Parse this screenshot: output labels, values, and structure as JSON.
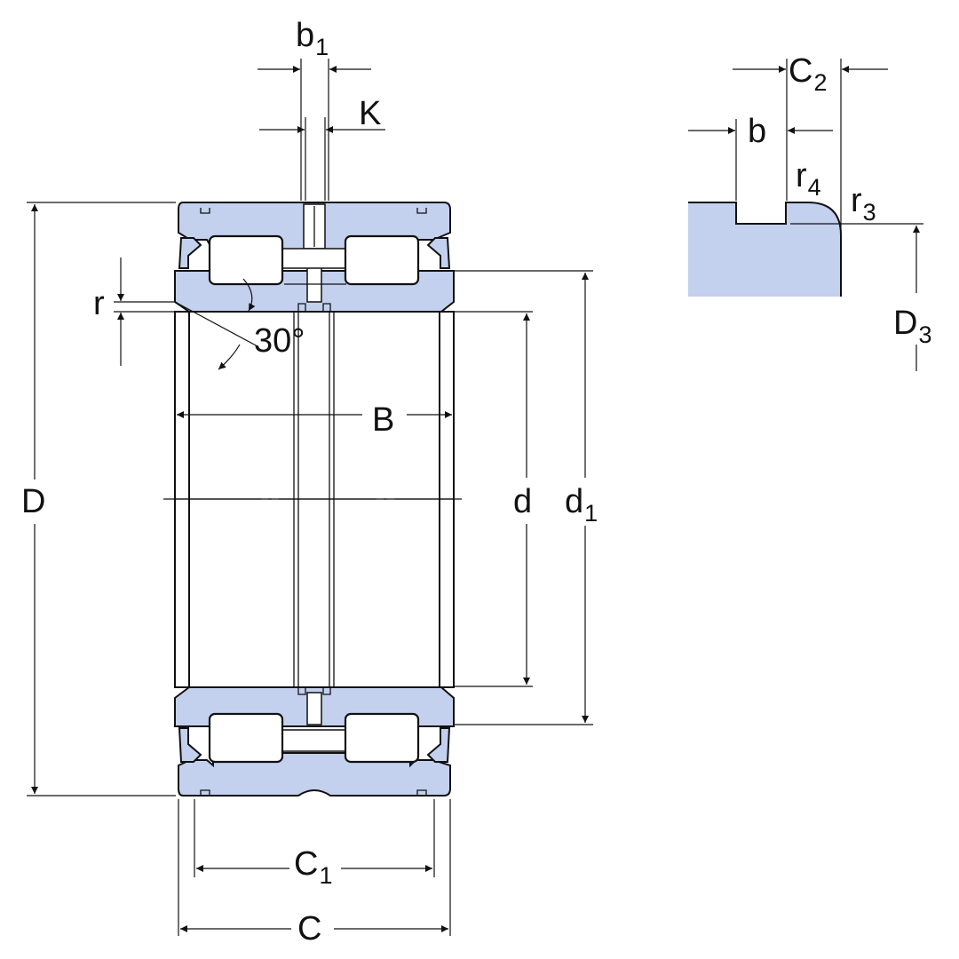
{
  "labels": {
    "b1": {
      "main": "b",
      "sub": "1"
    },
    "K": "K",
    "r": "r",
    "angle": "30°",
    "B": "B",
    "D": "D",
    "d": "d",
    "d1": {
      "main": "d",
      "sub": "1"
    },
    "C1": {
      "main": "C",
      "sub": "1"
    },
    "C": "C",
    "C2": {
      "main": "C",
      "sub": "2"
    },
    "b": "b",
    "r4": {
      "main": "r",
      "sub": "4"
    },
    "r3": {
      "main": "r",
      "sub": "3"
    },
    "D3": {
      "main": "D",
      "sub": "3"
    }
  },
  "colors": {
    "section_fill": "#c3d0ee",
    "line": "#111111"
  }
}
